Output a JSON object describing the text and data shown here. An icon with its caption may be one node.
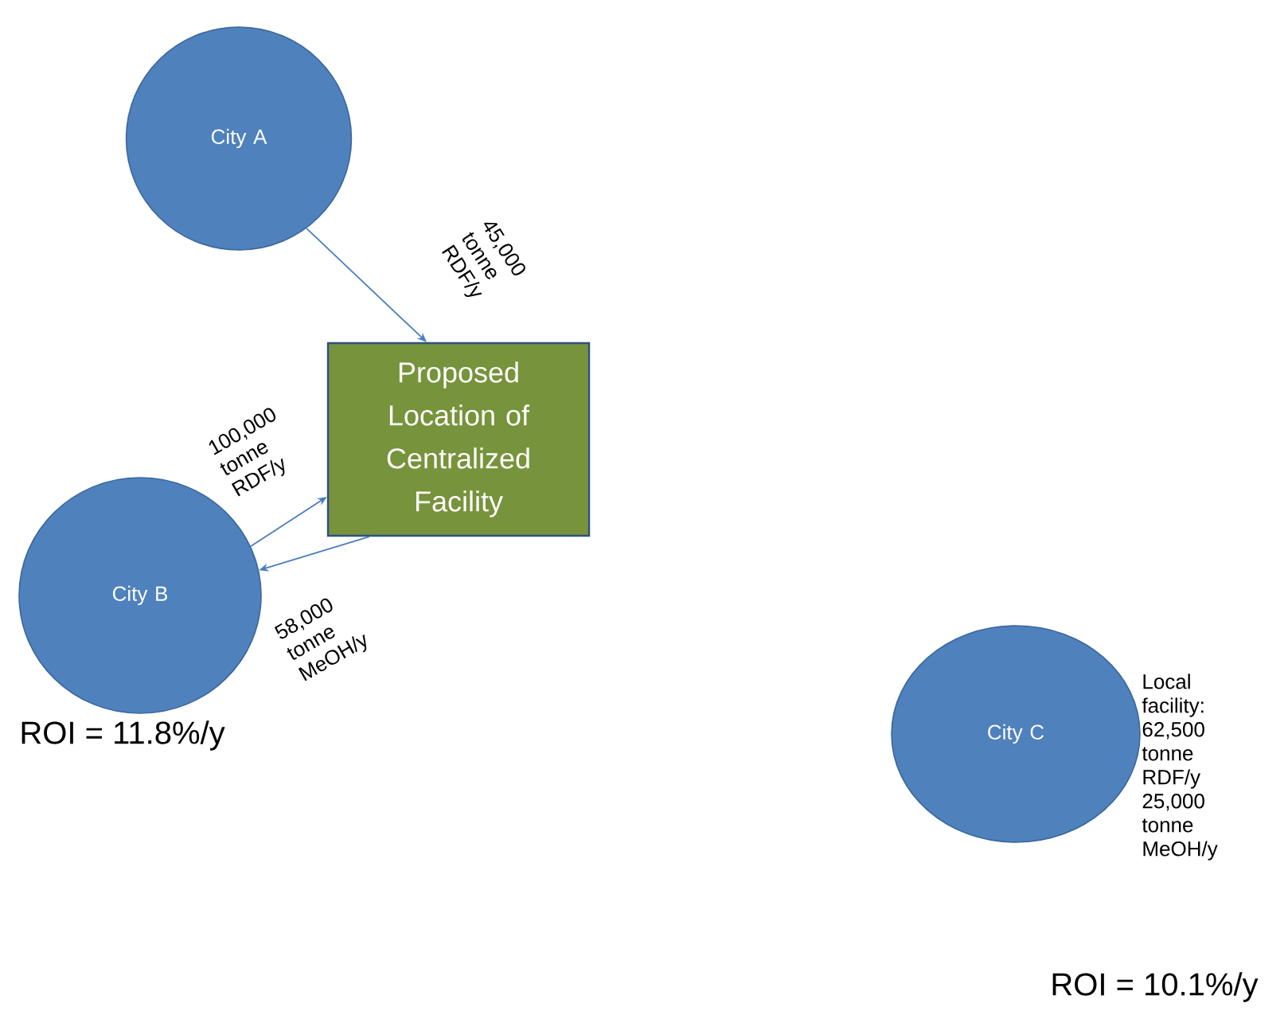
{
  "diagram": {
    "nodes": [
      {
        "text": [
          "City A"
        ]
      },
      {
        "text": [
          "Proposed Location of Centralized Facility"
        ]
      },
      {
        "text": [
          "City B"
        ],
        "beside": [
          "ROI = 11.8%/y"
        ]
      },
      {
        "text": [
          "City C"
        ],
        "beside": [
          "Local facility: 62,500 tonne RDF/y 25,000 tonne MeOH/y"
        ]
      }
    ],
    "labels": [
      "ROI = 10.1%/y"
    ],
    "edges": [
      {
        "from": 0,
        "to": 1,
        "arrow": "to",
        "label": "45,000 tonne RDF/y"
      },
      {
        "from": 2,
        "to": 1,
        "arrow": "to",
        "label": "100,000 tonne RDF/y"
      },
      {
        "from": 1,
        "to": 2,
        "arrow": "to",
        "label": "58,000 tonne MeOH/y"
      }
    ]
  }
}
